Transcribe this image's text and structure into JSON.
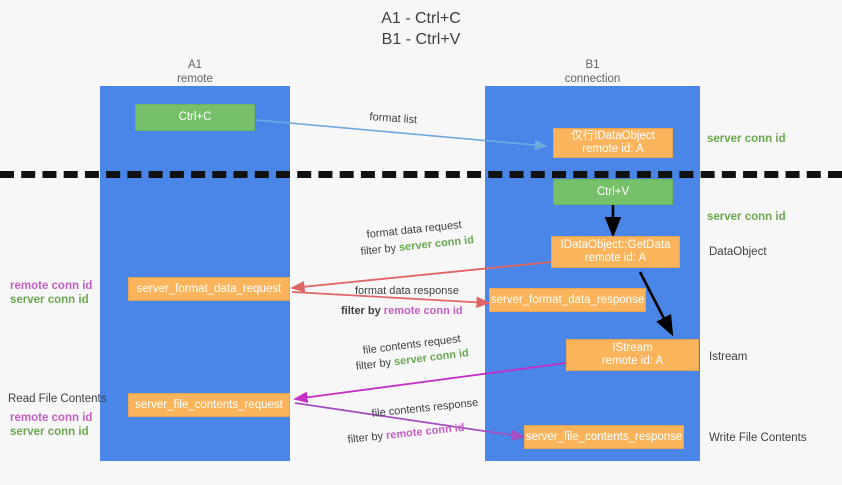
{
  "title": "A1 - Ctrl+C\nB1 - Ctrl+V",
  "lanes": [
    {
      "name": "A1",
      "sub": "remote",
      "header": "A1\nremote"
    },
    {
      "name": "B1",
      "sub": "connection",
      "header": "B1\nconnection"
    }
  ],
  "nodes": [
    {
      "id": "ctrl-c",
      "label": "Ctrl+C",
      "color": "#77c06a"
    },
    {
      "id": "idataobject",
      "label": "仅行IDataObject\nremote id: A",
      "color": "#f9b45c"
    },
    {
      "id": "ctrl-v",
      "label": "Ctrl+V",
      "color": "#77c06a"
    },
    {
      "id": "getdata",
      "label": "IDataObject::GetData\nremote id: A",
      "color": "#f9b45c"
    },
    {
      "id": "server-format-data-request",
      "label": "server_format_data_request",
      "color": "#f9b45c"
    },
    {
      "id": "server-format-data-response",
      "label": "server_format_data_response",
      "color": "#f9b45c"
    },
    {
      "id": "istream",
      "label": "IStream\nremote id: A",
      "color": "#f9b45c"
    },
    {
      "id": "server-file-contents-request",
      "label": "server_file_contents_request",
      "color": "#f9b45c"
    },
    {
      "id": "server-file-contents-response",
      "label": "server_file_contents_response",
      "color": "#f9b45c"
    }
  ],
  "edge_labels": {
    "format_list": "format list",
    "format_data_request": "format data request",
    "format_data_request_filter_prefix": "filter by ",
    "format_data_request_filter_value": "server conn id",
    "format_data_response": "format data response",
    "format_data_response_filter_prefix": "filter by ",
    "format_data_response_filter_value": "remote conn id",
    "file_contents_request": "file contents request",
    "file_contents_request_filter_prefix": "filter by ",
    "file_contents_request_filter_value": "server conn id",
    "file_contents_response": "file contents response",
    "file_contents_response_filter_prefix": "filter by ",
    "file_contents_response_filter_value": "remote conn id"
  },
  "right_labels": {
    "server_conn_id_top": "server conn id",
    "server_conn_id_mid": "server conn id",
    "dataobject": "DataObject",
    "istream": "Istream",
    "write_file_contents": "Write File Contents"
  },
  "left_labels": {
    "remote_conn_id_upper": "remote conn id",
    "server_conn_id_upper": "server conn id",
    "read_file_contents": "Read File Contents",
    "remote_conn_id_lower": "remote conn id",
    "server_conn_id_lower": "server conn id"
  },
  "colors": {
    "lane": "#4a86e8",
    "green_node": "#77c06a",
    "orange_node": "#f9b45c",
    "green_text": "#6aa84f",
    "purple_text": "#c45ec4",
    "arrow_blue": "#6fa8dc",
    "arrow_red": "#e06666",
    "arrow_magenta": "#c42fc4",
    "arrow_purple": "#a64dbf",
    "arrow_black": "#000000",
    "background": "#f7f7f7"
  }
}
